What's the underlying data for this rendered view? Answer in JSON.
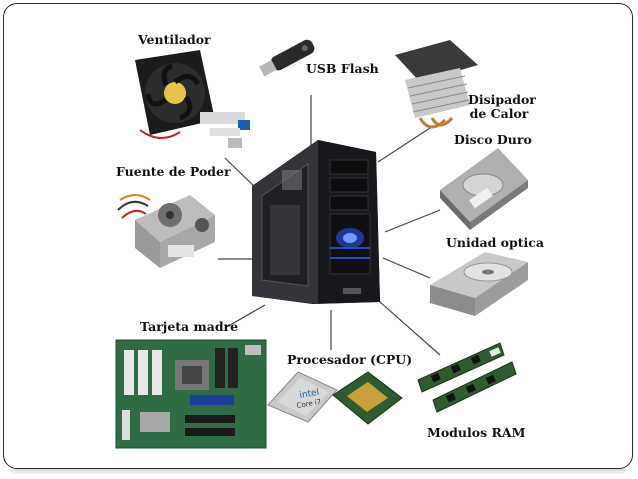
{
  "labels": {
    "fan": "Ventilador",
    "usb": "USB Flash",
    "heatsink_line1": "Disipador",
    "heatsink_line2": "de Calor",
    "psu": "Fuente de Poder",
    "hdd": "Disco Duro",
    "optical": "Unidad optica",
    "motherboard": "Tarjeta madre",
    "cpu": "Procesador (CPU)",
    "ram": "Modulos RAM"
  },
  "cpu_text": {
    "brand": "intel",
    "model": "Core i7"
  }
}
